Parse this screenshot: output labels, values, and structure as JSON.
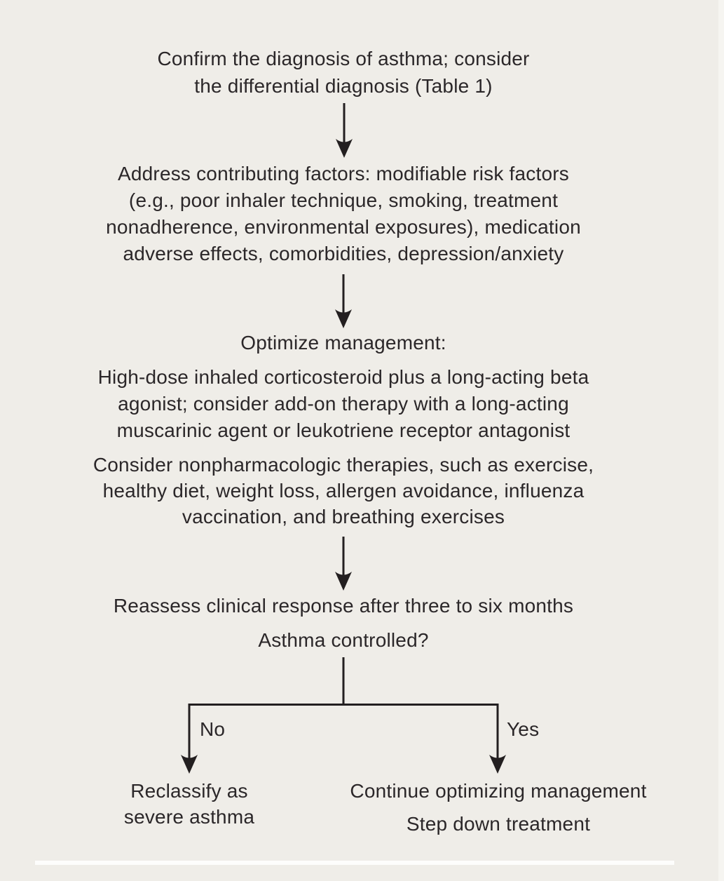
{
  "colors": {
    "background": "#efede8",
    "text": "#2b2729",
    "line": "#231f20",
    "divider": "#fdfdfc"
  },
  "flowchart": {
    "nodes": {
      "confirm": "Confirm the diagnosis of asthma; consider\nthe differential diagnosis (Table 1)",
      "address": "Address contributing factors: modifiable risk factors\n(e.g., poor inhaler technique, smoking, treatment\nnonadherence, environmental exposures), medication\nadverse effects, comorbidities, depression/anxiety",
      "optimize_heading": "Optimize management:",
      "optimize_pharm": "High-dose inhaled corticosteroid plus a long-acting beta\nagonist; consider add-on therapy with a long-acting\nmuscarinic agent or leukotriene receptor antagonist",
      "optimize_nonpharm": "Consider nonpharmacologic therapies, such as exercise,\nhealthy diet, weight loss, allergen avoidance, influenza\nvaccination, and breathing exercises",
      "reassess": "Reassess clinical response after three to six months",
      "question": "Asthma controlled?",
      "outcome_no": "Reclassify as\nsevere asthma",
      "outcome_yes_continue": "Continue optimizing management",
      "outcome_yes_stepdown": "Step down treatment"
    },
    "branch_labels": {
      "no": "No",
      "yes": "Yes"
    }
  }
}
